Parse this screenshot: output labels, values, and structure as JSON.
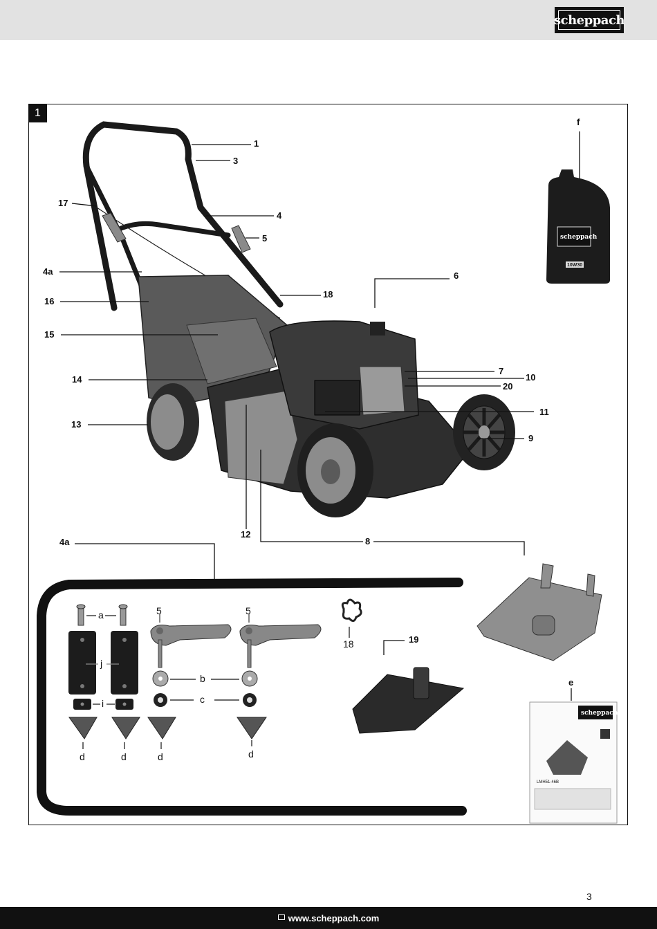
{
  "header": {
    "brand": "scheppach"
  },
  "figure": {
    "number": "1"
  },
  "callouts": {
    "c1": "1",
    "c3": "3",
    "c17": "17",
    "c4": "4",
    "c5": "5",
    "c4a": "4a",
    "c6": "6",
    "c16": "16",
    "c18": "18",
    "c15": "15",
    "c7": "7",
    "c10": "10",
    "c14": "14",
    "c20": "20",
    "c11": "11",
    "c13": "13",
    "c9": "9",
    "c12": "12",
    "c8": "8",
    "c4a_b": "4a",
    "cf": "f",
    "ce": "e",
    "c19": "19",
    "c18_b": "18"
  },
  "parts": {
    "a": "a",
    "j": "j",
    "i": "i",
    "b": "b",
    "c": "c",
    "d": "d",
    "five": "5"
  },
  "oil_bottle": {
    "brand": "scheppach",
    "grade": "10W30"
  },
  "manual": {
    "brand": "scheppach",
    "model": "LMH51-46B"
  },
  "page_number": "3",
  "footer": {
    "url": "www.scheppach.com"
  }
}
